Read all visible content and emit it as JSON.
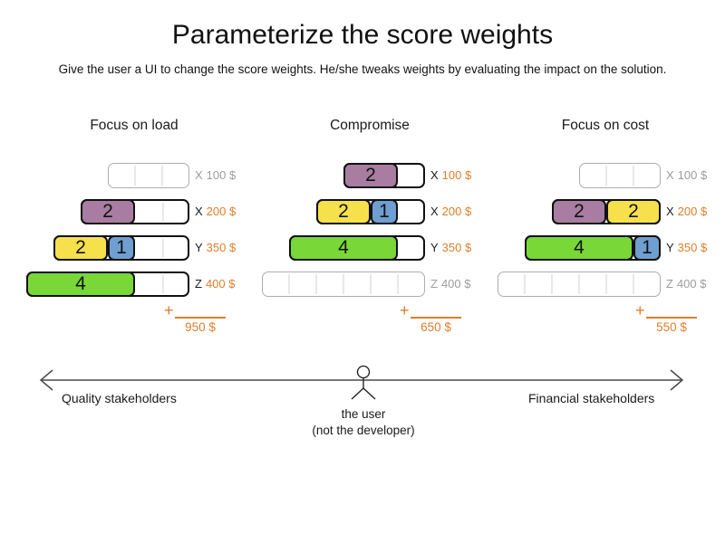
{
  "title": "Parameterize the score weights",
  "subtitle": "Give the user a UI to change the score weights. He/she tweaks weights by evaluating the impact on the solution.",
  "plus_sign": "+",
  "colors": {
    "purple": "#a87da1",
    "yellow": "#f6e04b",
    "blue": "#6f9ed0",
    "green": "#79d738",
    "orange": "#e07d2a",
    "gray_text": "#9c9c9c",
    "empty_border": "#adadad",
    "filled_border": "#111111",
    "grid_line": "#e8e8e8",
    "axis_line": "#4a4a4a"
  },
  "scenarios": [
    {
      "name": "Focus on load",
      "total": "950 $",
      "rows": [
        {
          "label": "X",
          "price": "100 $",
          "cells": 3,
          "fills": []
        },
        {
          "label": "X",
          "price": "200 $",
          "cells": 4,
          "fills": [
            {
              "value": "2",
              "color": "purple",
              "span": 2
            }
          ]
        },
        {
          "label": "Y",
          "price": "350 $",
          "cells": 5,
          "fills": [
            {
              "value": "2",
              "color": "yellow",
              "span": 2
            },
            {
              "value": "1",
              "color": "blue",
              "span": 1
            }
          ]
        },
        {
          "label": "Z",
          "price": "400 $",
          "cells": 6,
          "fills": [
            {
              "value": "4",
              "color": "green",
              "span": 4
            }
          ]
        }
      ]
    },
    {
      "name": "Compromise",
      "total": "650 $",
      "rows": [
        {
          "label": "X",
          "price": "100 $",
          "cells": 3,
          "fills": [
            {
              "value": "2",
              "color": "purple",
              "span": 2
            }
          ]
        },
        {
          "label": "X",
          "price": "200 $",
          "cells": 4,
          "fills": [
            {
              "value": "2",
              "color": "yellow",
              "span": 2
            },
            {
              "value": "1",
              "color": "blue",
              "span": 1
            }
          ]
        },
        {
          "label": "Y",
          "price": "350 $",
          "cells": 5,
          "fills": [
            {
              "value": "4",
              "color": "green",
              "span": 4
            }
          ]
        },
        {
          "label": "Z",
          "price": "400 $",
          "cells": 6,
          "fills": []
        }
      ]
    },
    {
      "name": "Focus on cost",
      "total": "550 $",
      "rows": [
        {
          "label": "X",
          "price": "100 $",
          "cells": 3,
          "fills": []
        },
        {
          "label": "X",
          "price": "200 $",
          "cells": 4,
          "fills": [
            {
              "value": "2",
              "color": "purple",
              "span": 2
            },
            {
              "value": "2",
              "color": "yellow",
              "span": 2
            }
          ]
        },
        {
          "label": "Y",
          "price": "350 $",
          "cells": 5,
          "fills": [
            {
              "value": "4",
              "color": "green",
              "span": 4
            },
            {
              "value": "1",
              "color": "blue",
              "span": 1
            }
          ]
        },
        {
          "label": "Z",
          "price": "400 $",
          "cells": 6,
          "fills": []
        }
      ]
    }
  ],
  "axis": {
    "left_label": "Quality stakeholders",
    "right_label": "Financial stakeholders",
    "user_label": "the user",
    "user_sublabel": "(not the developer)"
  }
}
